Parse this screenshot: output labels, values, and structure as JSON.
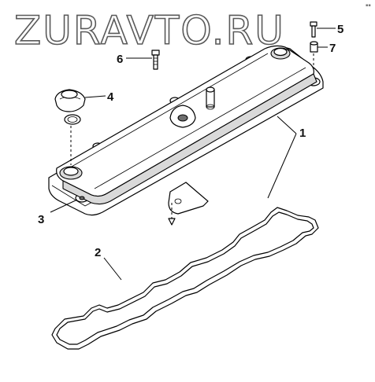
{
  "watermark": "ZURAVTO.RU",
  "corner_mark": "▪▪",
  "callouts": {
    "c1": "1",
    "c2": "2",
    "c3": "3",
    "c4": "4",
    "c5": "5",
    "c6": "6",
    "c7": "7"
  }
}
